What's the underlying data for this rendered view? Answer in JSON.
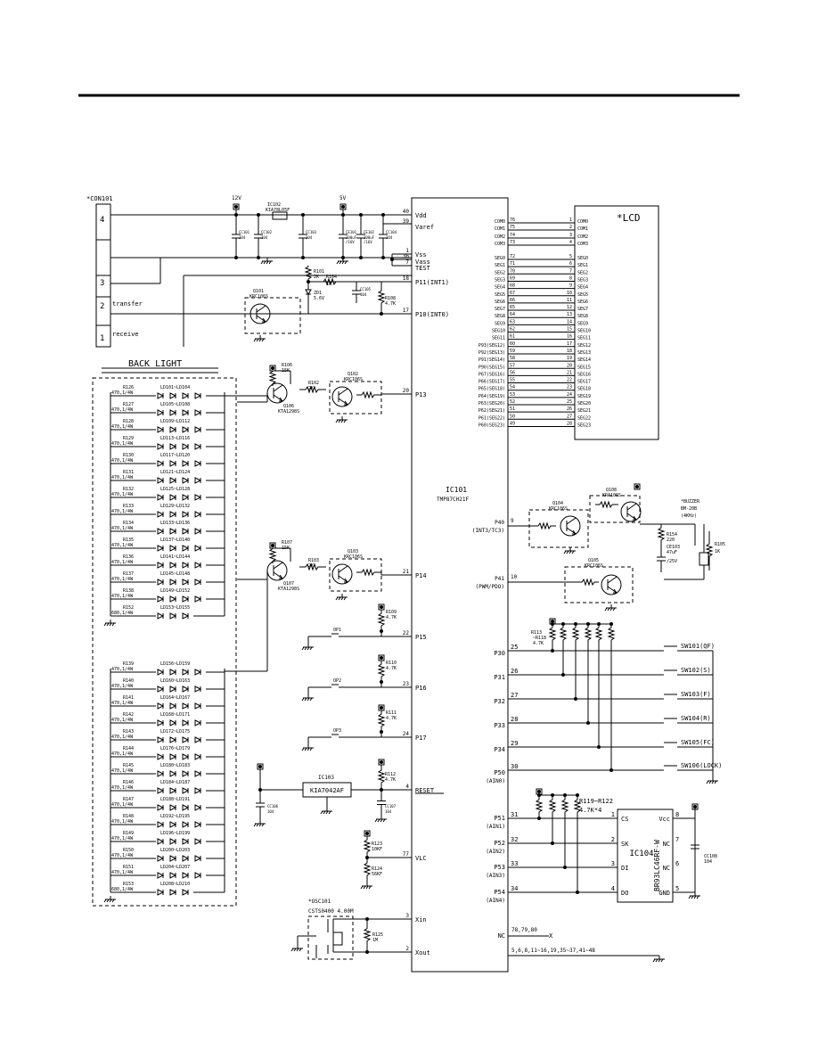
{
  "connector": {
    "ref": "*CON101",
    "pins": [
      "4",
      "3",
      "2",
      "1"
    ],
    "pin2_signal": "transfer",
    "pin1_signal": "receive"
  },
  "power": {
    "v12": "12V",
    "v5": "5V"
  },
  "regulator": {
    "ref": "IC102",
    "part": "KIA78L05F"
  },
  "caps_power": [
    {
      "ref": "CC101",
      "val": "104"
    },
    {
      "ref": "CC102",
      "val": "104"
    },
    {
      "ref": "CC103",
      "val": "104"
    },
    {
      "ref": "CE101",
      "val": "100uF",
      "v": "/16V"
    },
    {
      "ref": "CE102",
      "val": "100uF",
      "v": "/16V"
    },
    {
      "ref": "CC104",
      "val": "104"
    }
  ],
  "misc": {
    "r101": [
      "R101",
      "2K"
    ],
    "r104": [
      "R104",
      "1K"
    ],
    "zd": [
      "ZD1",
      "5.6V"
    ],
    "cc105": [
      "CC105",
      "104"
    ],
    "r108": [
      "R108",
      "4.7K"
    ],
    "q101": [
      "Q101",
      "KRC106S"
    ]
  },
  "mcu": {
    "ref": "IC101",
    "part": "TMP87CH21F",
    "left_pins": [
      {
        "num": "40",
        "name": "Vdd"
      },
      {
        "num": "39",
        "name": "Varef"
      },
      {
        "num": "1",
        "name": "Vss"
      },
      {
        "num": "36",
        "name": "Vass"
      },
      {
        "num": "7",
        "name": "TEST"
      },
      {
        "num": "18",
        "name": "P11(INT1)"
      },
      {
        "num": "17",
        "name": "P10(INT0)"
      },
      {
        "num": "20",
        "name": "P13"
      },
      {
        "num": "21",
        "name": "P14"
      },
      {
        "num": "22",
        "name": "P15"
      },
      {
        "num": "23",
        "name": "P16"
      },
      {
        "num": "24",
        "name": "P17"
      },
      {
        "num": "4",
        "name": "RESET"
      },
      {
        "num": "77",
        "name": "VLC"
      },
      {
        "num": "3",
        "name": "Xin"
      },
      {
        "num": "2",
        "name": "Xout"
      }
    ]
  },
  "lcd": {
    "title": "*LCD",
    "com": [
      {
        "pin": "76",
        "lpin": "1",
        "name": "COM0"
      },
      {
        "pin": "75",
        "lpin": "2",
        "name": "COM1"
      },
      {
        "pin": "74",
        "lpin": "3",
        "name": "COM2"
      },
      {
        "pin": "73",
        "lpin": "4",
        "name": "COM3"
      }
    ],
    "seg": [
      {
        "left": "SEG0",
        "pin": "72",
        "lpin": "5",
        "right": "SEG0"
      },
      {
        "left": "SEG1",
        "pin": "71",
        "lpin": "6",
        "right": "SEG1"
      },
      {
        "left": "SEG2",
        "pin": "70",
        "lpin": "7",
        "right": "SEG2"
      },
      {
        "left": "SEG3",
        "pin": "69",
        "lpin": "8",
        "right": "SEG3"
      },
      {
        "left": "SEG4",
        "pin": "68",
        "lpin": "9",
        "right": "SEG4"
      },
      {
        "left": "SEG5",
        "pin": "67",
        "lpin": "10",
        "right": "SEG5"
      },
      {
        "left": "SEG6",
        "pin": "66",
        "lpin": "11",
        "right": "SEG6"
      },
      {
        "left": "SEG7",
        "pin": "65",
        "lpin": "12",
        "right": "SEG7"
      },
      {
        "left": "SEG8",
        "pin": "64",
        "lpin": "13",
        "right": "SEG8"
      },
      {
        "left": "SEG9",
        "pin": "63",
        "lpin": "14",
        "right": "SEG9"
      },
      {
        "left": "SEG10",
        "pin": "62",
        "lpin": "15",
        "right": "SEG10"
      },
      {
        "left": "SEG11",
        "pin": "61",
        "lpin": "16",
        "right": "SEG11"
      },
      {
        "left": "P93(SEG12)",
        "pin": "60",
        "lpin": "17",
        "right": "SEG12"
      },
      {
        "left": "P92(SEG13)",
        "pin": "59",
        "lpin": "18",
        "right": "SEG13"
      },
      {
        "left": "P91(SEG14)",
        "pin": "58",
        "lpin": "19",
        "right": "SEG14"
      },
      {
        "left": "P90(SEG15)",
        "pin": "57",
        "lpin": "20",
        "right": "SEG15"
      },
      {
        "left": "P67(SEG16)",
        "pin": "56",
        "lpin": "21",
        "right": "SEG16"
      },
      {
        "left": "P66(SEG17)",
        "pin": "55",
        "lpin": "22",
        "right": "SEG17"
      },
      {
        "left": "P65(SEG18)",
        "pin": "54",
        "lpin": "23",
        "right": "SEG18"
      },
      {
        "left": "P64(SEG19)",
        "pin": "53",
        "lpin": "24",
        "right": "SEG19"
      },
      {
        "left": "P63(SEG20)",
        "pin": "52",
        "lpin": "25",
        "right": "SEG20"
      },
      {
        "left": "P62(SEG21)",
        "pin": "51",
        "lpin": "26",
        "right": "SEG21"
      },
      {
        "left": "P61(SEG22)",
        "pin": "50",
        "lpin": "27",
        "right": "SEG22"
      },
      {
        "left": "P60(SEG23)",
        "pin": "49",
        "lpin": "28",
        "right": "SEG23"
      }
    ]
  },
  "backlight": {
    "title": "BACK LIGHT",
    "group1": [
      {
        "r": "R126",
        "v": "470,1/4W",
        "led": "LD101~LD104"
      },
      {
        "r": "R127",
        "v": "470,1/4W",
        "led": "LD105~LD108"
      },
      {
        "r": "R128",
        "v": "470,1/4W",
        "led": "LD109~LD112"
      },
      {
        "r": "R129",
        "v": "470,1/4W",
        "led": "LD113~LD116"
      },
      {
        "r": "R130",
        "v": "470,1/4W",
        "led": "LD117~LD120"
      },
      {
        "r": "R131",
        "v": "470,1/4W",
        "led": "LD121~LD124"
      },
      {
        "r": "R132",
        "v": "470,1/4W",
        "led": "LD125~LD128"
      },
      {
        "r": "R133",
        "v": "470,1/4W",
        "led": "LD129~LD132"
      },
      {
        "r": "R134",
        "v": "470,1/4W",
        "led": "LD133~LD136"
      },
      {
        "r": "R135",
        "v": "470,1/4W",
        "led": "LD137~LD140"
      },
      {
        "r": "R136",
        "v": "470,1/4W",
        "led": "LD141~LD144"
      },
      {
        "r": "R137",
        "v": "470,1/4W",
        "led": "LD145~LD148"
      },
      {
        "r": "R138",
        "v": "470,1/4W",
        "led": "LD149~LD152"
      },
      {
        "r": "R152",
        "v": "680,1/4W",
        "led": "LD153~LD155"
      }
    ],
    "group2": [
      {
        "r": "R139",
        "v": "470,1/4W",
        "led": "LD156~LD159"
      },
      {
        "r": "R140",
        "v": "470,1/4W",
        "led": "LD160~LD163"
      },
      {
        "r": "R141",
        "v": "470,1/4W",
        "led": "LD164~LD167"
      },
      {
        "r": "R142",
        "v": "470,1/4W",
        "led": "LD168~LD171"
      },
      {
        "r": "R143",
        "v": "470,1/4W",
        "led": "LD172~LD175"
      },
      {
        "r": "R144",
        "v": "470,1/4W",
        "led": "LD176~LD179"
      },
      {
        "r": "R145",
        "v": "470,1/4W",
        "led": "LD180~LD183"
      },
      {
        "r": "R146",
        "v": "470,1/4W",
        "led": "LD184~LD187"
      },
      {
        "r": "R147",
        "v": "470,1/4W",
        "led": "LD188~LD191"
      },
      {
        "r": "R148",
        "v": "470,1/4W",
        "led": "LD192~LD195"
      },
      {
        "r": "R149",
        "v": "470,1/4W",
        "led": "LD196~LD199"
      },
      {
        "r": "R150",
        "v": "470,1/4W",
        "led": "LD200~LD203"
      },
      {
        "r": "R151",
        "v": "470,1/4W",
        "led": "LD204~LD207"
      },
      {
        "r": "R153",
        "v": "680,1/4W",
        "led": "LD208~LD210"
      }
    ]
  },
  "drivers": {
    "a": {
      "r_top": [
        "R106",
        "15K"
      ],
      "r_base": [
        "R102",
        "2K"
      ],
      "qp": [
        "Q106",
        "KTA1298S"
      ],
      "qn": [
        "Q102",
        "KRC106S"
      ]
    },
    "b": {
      "r_top": [
        "R107",
        "15K"
      ],
      "r_base": [
        "R103",
        "2K"
      ],
      "qp": [
        "Q107",
        "KTA1298S"
      ],
      "qn": [
        "Q103",
        "KRC106S"
      ]
    }
  },
  "options": {
    "r109": [
      "R109",
      "4.7K"
    ],
    "op1": "OP1",
    "r110": [
      "R110",
      "4.7K"
    ],
    "op2": "OP2",
    "r111": [
      "R111",
      "4.7K"
    ],
    "op3": "OP3"
  },
  "reset": {
    "ic": [
      "IC103",
      "KIA7042AF"
    ],
    "r112": [
      "R112",
      "4.7K"
    ],
    "cc106": [
      "CC106",
      "104"
    ],
    "cc107": [
      "CC107",
      "104"
    ]
  },
  "vlc": {
    "r123": [
      "R123",
      "10KF"
    ],
    "r124": [
      "R124",
      "56KF"
    ]
  },
  "osc": {
    "ref": "*OSC101",
    "part": "CSTS0400 4.00M",
    "r125": [
      "R125",
      "1M"
    ]
  },
  "buzzer": {
    "p40": [
      "P40",
      "(INT3/TC3)",
      "9"
    ],
    "p41": [
      "P41",
      "(PWM/PDO)",
      "10"
    ],
    "q104": [
      "Q104",
      "KRC106S"
    ],
    "q108": [
      "Q108",
      "KRA106S"
    ],
    "q105": [
      "Q105",
      "KRC106S"
    ],
    "bz": [
      "*BUZZER",
      "BM-20B",
      "(4KHz)"
    ],
    "r154": [
      "R154",
      "220"
    ],
    "ce103": [
      "CE103",
      "47uF",
      "/25V"
    ],
    "r105": [
      "R105",
      "1K"
    ]
  },
  "switches": {
    "rnet": [
      "R113",
      "~R118",
      "4.7K"
    ],
    "rows": [
      {
        "port": "P30",
        "sub": "",
        "pin": "25",
        "sw": "SW101(QF)"
      },
      {
        "port": "P31",
        "sub": "",
        "pin": "26",
        "sw": "SW102(S)"
      },
      {
        "port": "P32",
        "sub": "",
        "pin": "27",
        "sw": "SW103(F)"
      },
      {
        "port": "P33",
        "sub": "",
        "pin": "28",
        "sw": "SW104(R)"
      },
      {
        "port": "P34",
        "sub": "",
        "pin": "29",
        "sw": "SW105(FC)"
      },
      {
        "port": "P50",
        "sub": "(AIN0)",
        "pin": "30",
        "sw": "SW106(LOCK)"
      }
    ]
  },
  "eeprom": {
    "ref": "IC104",
    "part": "BR93LC46RF-W",
    "rnet": [
      "R119~R122",
      "4.7K*4"
    ],
    "cap": [
      "CC108",
      "104"
    ],
    "left": [
      {
        "port": "P51",
        "sub": "(AIN1)",
        "pin": "31",
        "ipin": "1",
        "name": "CS"
      },
      {
        "port": "P52",
        "sub": "(AIN2)",
        "pin": "32",
        "ipin": "2",
        "name": "SK"
      },
      {
        "port": "P53",
        "sub": "(AIN3)",
        "pin": "33",
        "ipin": "3",
        "name": "DI"
      },
      {
        "port": "P54",
        "sub": "(AIN4)",
        "pin": "34",
        "ipin": "4",
        "name": "DO"
      }
    ],
    "right": [
      {
        "ipin": "8",
        "name": "Vcc"
      },
      {
        "ipin": "7",
        "name": "NC"
      },
      {
        "ipin": "6",
        "name": "NC"
      },
      {
        "ipin": "5",
        "name": "GND"
      }
    ]
  },
  "nc": {
    "label": "NC",
    "pins": "78,79,80",
    "x": "X",
    "gnd_pins": "5,6,8,11~16,19,35~37,41~48"
  }
}
